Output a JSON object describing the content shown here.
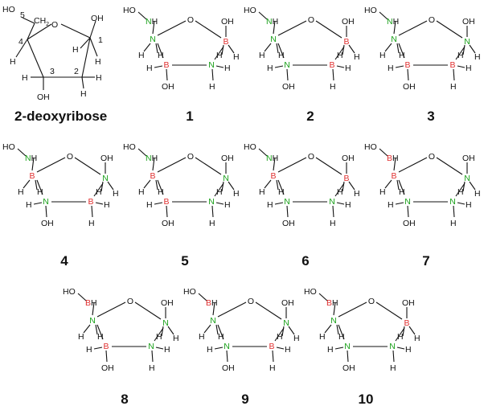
{
  "colors": {
    "carbon": "#111111",
    "nitrogen": "#1aa01a",
    "boron": "#e03030"
  },
  "reference": {
    "caption": "2-deoxyribose",
    "oh_top": "OH",
    "ho_ch2_left": "HO",
    "ch2": "CH",
    "ch2_sub": "2",
    "ring_o": "O",
    "oh_bottom": "OH",
    "h": "H",
    "n1": "1",
    "n2": "2",
    "n3": "3",
    "n4": "4",
    "n5": "5"
  },
  "analogs": [
    {
      "caption": "1",
      "sub": [
        "HO",
        "NH"
      ],
      "top": "N",
      "right": "B",
      "bl": "B",
      "br": "N"
    },
    {
      "caption": "2",
      "sub": [
        "HO",
        "NH"
      ],
      "top": "N",
      "right": "B",
      "bl": "N",
      "br": "B"
    },
    {
      "caption": "3",
      "sub": [
        "HO",
        "NH"
      ],
      "top": "N",
      "right": "N",
      "bl": "B",
      "br": "B"
    },
    {
      "caption": "4",
      "sub": [
        "HO",
        "NH"
      ],
      "top": "B",
      "right": "N",
      "bl": "N",
      "br": "B"
    },
    {
      "caption": "5",
      "sub": [
        "HO",
        "NH"
      ],
      "top": "B",
      "right": "N",
      "bl": "B",
      "br": "N"
    },
    {
      "caption": "6",
      "sub": [
        "HO",
        "NH"
      ],
      "top": "B",
      "right": "B",
      "bl": "N",
      "br": "N"
    },
    {
      "caption": "7",
      "sub": [
        "HO",
        "BH"
      ],
      "top": "B",
      "right": "N",
      "bl": "N",
      "br": "N"
    },
    {
      "caption": "8",
      "sub": [
        "HO",
        "BH"
      ],
      "top": "N",
      "right": "N",
      "bl": "B",
      "br": "N"
    },
    {
      "caption": "9",
      "sub": [
        "HO",
        "BH"
      ],
      "top": "N",
      "right": "N",
      "bl": "N",
      "br": "B"
    },
    {
      "caption": "10",
      "sub": [
        "HO",
        "BH"
      ],
      "top": "N",
      "right": "B",
      "bl": "N",
      "br": "N"
    }
  ],
  "labels": {
    "O": "O",
    "OH": "OH",
    "HO": "HO",
    "H": "H"
  }
}
